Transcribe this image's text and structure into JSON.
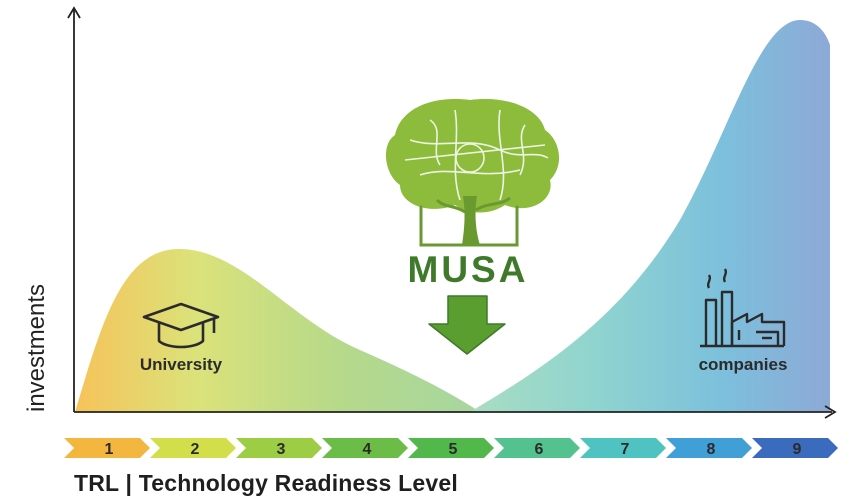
{
  "y_axis_label": "investments",
  "title": "TRL | Technology Readiness Level",
  "left_area": {
    "label": "University",
    "icon": "graduation-cap-icon"
  },
  "right_area": {
    "label": "companies",
    "icon": "factory-icon"
  },
  "center_logo": {
    "text": "MUSA",
    "icon": "tree-icon",
    "arrow": "down-arrow-icon"
  },
  "trl_levels": [
    {
      "label": "1",
      "color": "#f3b73f"
    },
    {
      "label": "2",
      "color": "#d2df4a"
    },
    {
      "label": "3",
      "color": "#9dcc45"
    },
    {
      "label": "4",
      "color": "#6cbd48"
    },
    {
      "label": "5",
      "color": "#52b84c"
    },
    {
      "label": "6",
      "color": "#54c28e"
    },
    {
      "label": "7",
      "color": "#4ec3c1"
    },
    {
      "label": "8",
      "color": "#3f9fd6"
    },
    {
      "label": "9",
      "color": "#3b6bbd"
    }
  ],
  "colors": {
    "logo_green": "#3f7a2a",
    "tree_green": "#8dbb3c",
    "arrow_green": "#5a9e30"
  }
}
